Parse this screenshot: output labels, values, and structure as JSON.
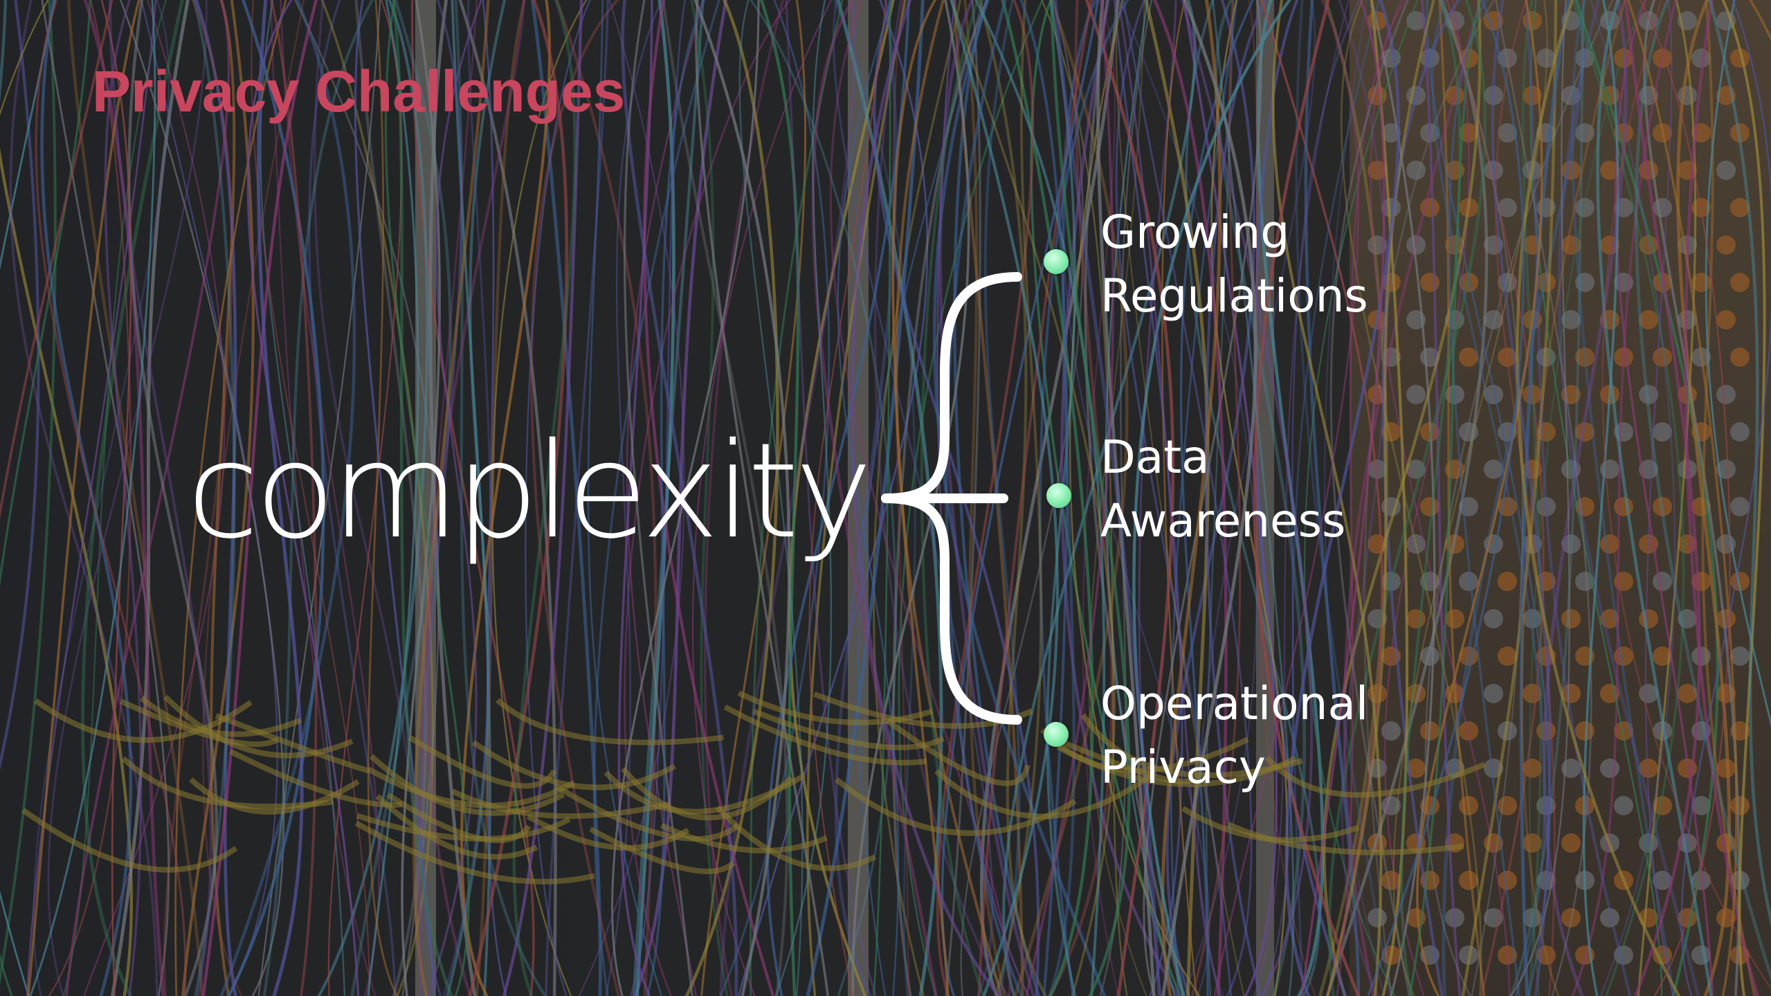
{
  "slide": {
    "title": "Privacy Challenges",
    "main_word": "complexity",
    "items": [
      {
        "line1": "Growing",
        "line2": "Regulations"
      },
      {
        "line1": "Data",
        "line2": "Awareness"
      },
      {
        "line1": "Operational",
        "line2": "Privacy"
      }
    ],
    "background_image": "network-cables-photo",
    "colors": {
      "title": "#c8475f",
      "main_text": "#ffffff",
      "bullet": "#8ff0b4",
      "item_text": "#ffffff"
    },
    "icons": {
      "bullet": "circle-bullet",
      "brace": "curly-brace"
    }
  }
}
